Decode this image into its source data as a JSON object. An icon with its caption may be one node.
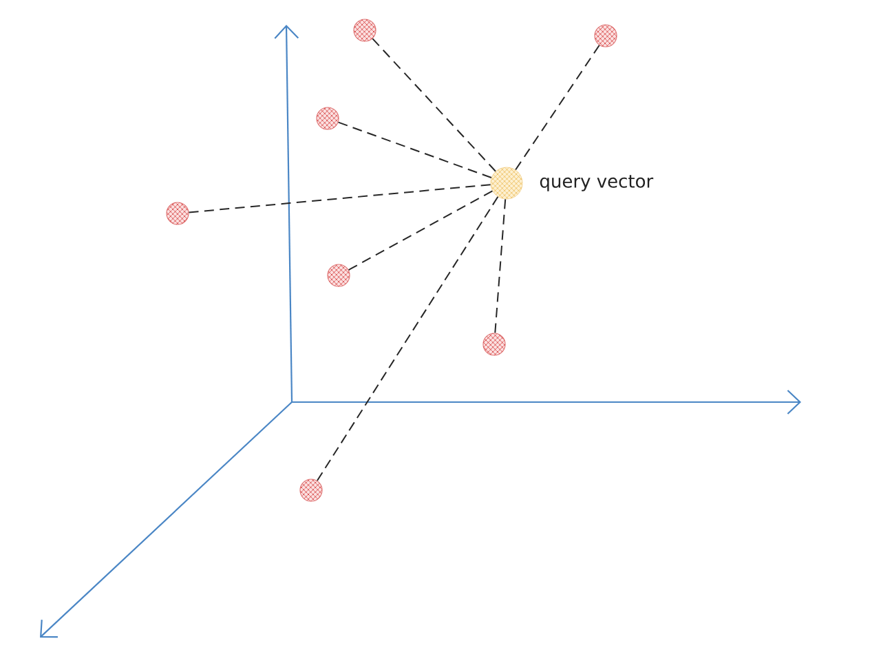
{
  "diagram": {
    "nodes": [
      {
        "text": [],
        "shape": "circle",
        "beside": [
          "query vector"
        ]
      },
      {
        "text": [],
        "shape": "circle"
      },
      {
        "text": [],
        "shape": "circle"
      },
      {
        "text": [],
        "shape": "circle"
      },
      {
        "text": [],
        "shape": "circle"
      },
      {
        "text": [],
        "shape": "circle"
      },
      {
        "text": [],
        "shape": "circle"
      },
      {
        "text": [],
        "shape": "circle"
      }
    ],
    "edges": [
      {
        "from": 0,
        "to": 1,
        "arrow": "none",
        "style": "dashed"
      },
      {
        "from": 0,
        "to": 2,
        "arrow": "none",
        "style": "dashed"
      },
      {
        "from": 0,
        "to": 3,
        "arrow": "none",
        "style": "dashed"
      },
      {
        "from": 0,
        "to": 4,
        "arrow": "none",
        "style": "dashed"
      },
      {
        "from": 0,
        "to": 5,
        "arrow": "none",
        "style": "dashed"
      },
      {
        "from": 0,
        "to": 6,
        "arrow": "none",
        "style": "dashed"
      },
      {
        "from": 0,
        "to": 7,
        "arrow": "none",
        "style": "dashed"
      }
    ]
  }
}
